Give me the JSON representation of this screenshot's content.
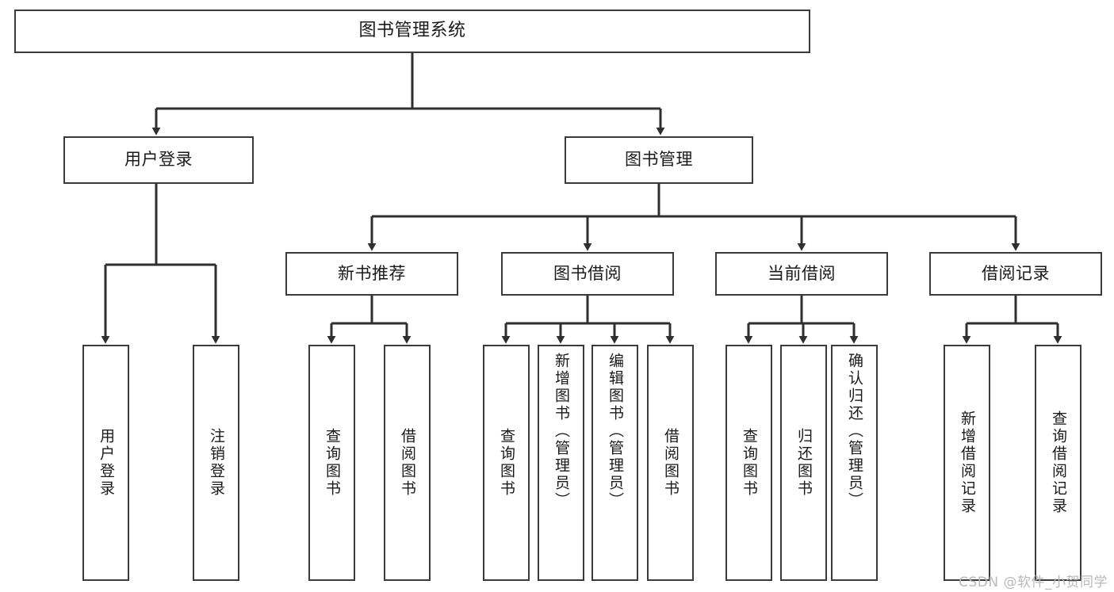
{
  "diagram": {
    "title": "图书管理系统",
    "type": "hierarchy-tree",
    "watermark": "CSDN @软件_小贺同学",
    "colors": {
      "box_border": "#3a3a3a",
      "box_fill": "#ffffff",
      "edge": "#2f2f2f",
      "text": "#1a1a1a",
      "watermark": "#b9b9b9"
    },
    "levels": {
      "level1": [
        {
          "id": "root",
          "label": "图书管理系统",
          "orientation": "horizontal"
        }
      ],
      "level2": [
        {
          "id": "login",
          "label": "用户登录",
          "orientation": "horizontal"
        },
        {
          "id": "bookmgmt",
          "label": "图书管理",
          "orientation": "horizontal"
        }
      ],
      "level3": [
        {
          "id": "newbook",
          "label": "新书推荐",
          "orientation": "horizontal"
        },
        {
          "id": "borrow",
          "label": "图书借阅",
          "orientation": "horizontal"
        },
        {
          "id": "current",
          "label": "当前借阅",
          "orientation": "horizontal"
        },
        {
          "id": "record",
          "label": "借阅记录",
          "orientation": "horizontal"
        }
      ],
      "level4": [
        {
          "id": "leaf-user-login",
          "label": "用户登录",
          "parent": "login",
          "orientation": "vertical"
        },
        {
          "id": "leaf-user-logout",
          "label": "注销登录",
          "parent": "login",
          "orientation": "vertical"
        },
        {
          "id": "leaf-nb-query",
          "label": "查询图书",
          "parent": "newbook",
          "orientation": "vertical"
        },
        {
          "id": "leaf-nb-borrow",
          "label": "借阅图书",
          "parent": "newbook",
          "orientation": "vertical"
        },
        {
          "id": "leaf-bw-query",
          "label": "查询图书",
          "parent": "borrow",
          "orientation": "vertical"
        },
        {
          "id": "leaf-bw-add",
          "label": "新增图书（管理员）",
          "parent": "borrow",
          "orientation": "vertical"
        },
        {
          "id": "leaf-bw-edit",
          "label": "编辑图书（管理员）",
          "parent": "borrow",
          "orientation": "vertical"
        },
        {
          "id": "leaf-bw-borrow",
          "label": "借阅图书",
          "parent": "borrow",
          "orientation": "vertical"
        },
        {
          "id": "leaf-cur-query",
          "label": "查询图书",
          "parent": "current",
          "orientation": "vertical"
        },
        {
          "id": "leaf-cur-return",
          "label": "归还图书",
          "parent": "current",
          "orientation": "vertical"
        },
        {
          "id": "leaf-cur-confirm",
          "label": "确认归还（管理员）",
          "parent": "current",
          "orientation": "vertical"
        },
        {
          "id": "leaf-rec-add",
          "label": "新增借阅记录",
          "parent": "record",
          "orientation": "vertical"
        },
        {
          "id": "leaf-rec-query",
          "label": "查询借阅记录",
          "parent": "record",
          "orientation": "vertical"
        }
      ]
    }
  }
}
